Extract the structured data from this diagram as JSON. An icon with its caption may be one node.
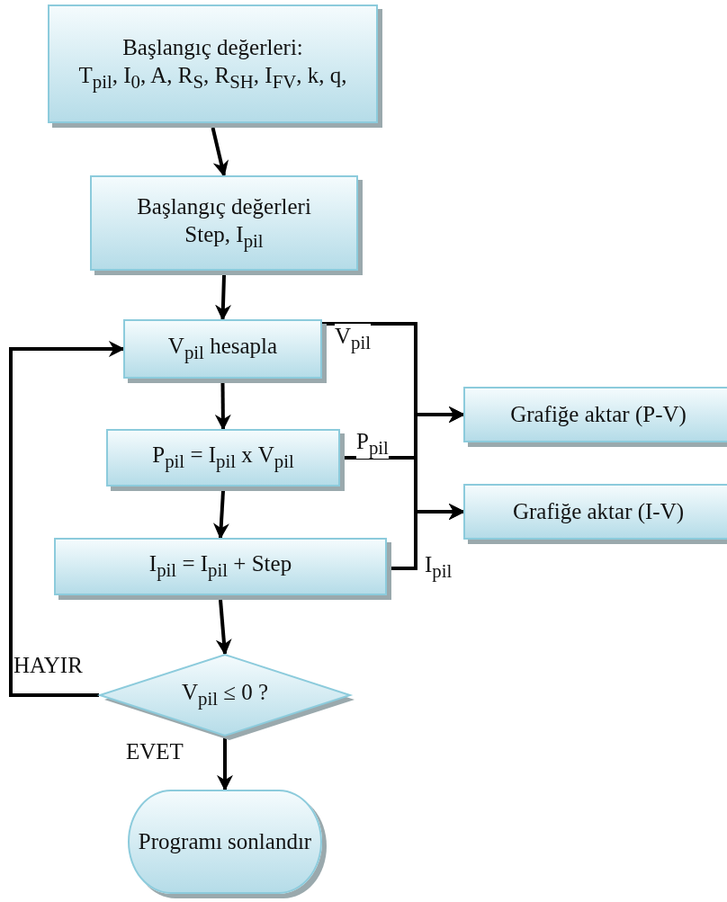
{
  "diagram": {
    "nodes": [
      {
        "text": [
          "Başlangıç değerleri:",
          "T$_{pil}$, I$_{0}$, A, R$_{S}$, R$_{SH}$, I$_{FV}$, k, q,"
        ]
      },
      {
        "text": [
          "Başlangıç değerleri",
          "Step, I$_{pil}$"
        ]
      },
      {
        "text": [
          "V$_{pil}$ hesapla"
        ]
      },
      {
        "text": [
          "P$_{pil}$ =  I$_{pil}$ x V$_{pil}$"
        ]
      },
      {
        "text": [
          "I$_{pil}$ = I$_{pil}$ + Step"
        ]
      },
      {
        "text": [
          "V$_{pil}$ ≤ 0 ?"
        ]
      },
      {
        "text": [
          "Programı sonlandır"
        ]
      },
      {
        "text": [
          "Grafiğe aktar (P-V)"
        ]
      },
      {
        "text": [
          "Grafiğe aktar (I-V)"
        ]
      }
    ],
    "edges": [
      {
        "from": 0,
        "to": 1,
        "arrow": "to"
      },
      {
        "from": 1,
        "to": 2,
        "arrow": "to"
      },
      {
        "from": 2,
        "to": 3,
        "arrow": "to"
      },
      {
        "from": 3,
        "to": 4,
        "arrow": "to"
      },
      {
        "from": 4,
        "to": 5,
        "arrow": "to"
      },
      {
        "from": 5,
        "to": 6,
        "arrow": "to",
        "label": "EVET"
      },
      {
        "from": 5,
        "to": 2,
        "arrow": "to",
        "label": "HAYIR"
      },
      {
        "from": 2,
        "to": 7,
        "arrow": "to",
        "label": "V$_{pil}$"
      },
      {
        "from": 2,
        "to": 8,
        "arrow": "to"
      },
      {
        "from": 3,
        "to": 7,
        "arrow": "to",
        "label": "P$_{pil}$"
      },
      {
        "from": 3,
        "to": 8,
        "arrow": "to"
      },
      {
        "from": 4,
        "to": 7,
        "arrow": "to",
        "label": "I$_{pil}$"
      },
      {
        "from": 4,
        "to": 8,
        "arrow": "to"
      }
    ]
  }
}
